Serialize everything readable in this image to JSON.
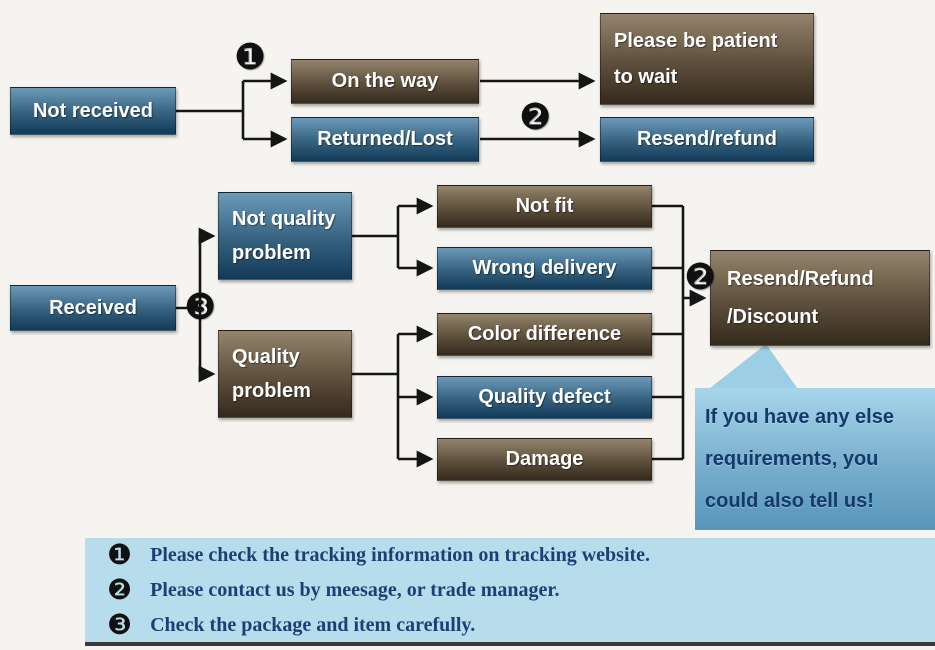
{
  "colors": {
    "background": "#f6f4f0",
    "blue_box_top": "#6b9ab8",
    "blue_box_bottom": "#123a57",
    "brown_box_top": "#94846c",
    "brown_box_bottom": "#342a1d",
    "note_top": "#a7d5ea",
    "note_bottom": "#5795ba",
    "note_text": "#123a6b",
    "legend_background": "#b7dcec",
    "legend_text": "#1c4076",
    "line": "#151515"
  },
  "flow": {
    "not_received": {
      "label": "Not received"
    },
    "on_the_way": {
      "label": "On the way"
    },
    "be_patient": {
      "lines": [
        "Please be patient",
        "to wait"
      ]
    },
    "returned_lost": {
      "label": "Returned/Lost"
    },
    "resend_refund": {
      "label": "Resend/refund"
    },
    "received": {
      "label": "Received"
    },
    "not_quality_problem": {
      "lines": [
        "Not quality",
        "problem"
      ]
    },
    "quality_problem": {
      "lines": [
        "Quality",
        "problem"
      ]
    },
    "not_fit": {
      "label": "Not fit"
    },
    "wrong_delivery": {
      "label": "Wrong delivery"
    },
    "color_difference": {
      "label": "Color difference"
    },
    "quality_defect": {
      "label": "Quality defect"
    },
    "damage": {
      "label": "Damage"
    },
    "resend_refund_discount": {
      "lines": [
        "Resend/Refund",
        "/Discount"
      ]
    },
    "note_bubble": {
      "lines": [
        "If you have any else",
        "requirements, you",
        "could also tell us!"
      ]
    }
  },
  "badges": {
    "one": "❶",
    "two": "❷",
    "three": "❸"
  },
  "legend": {
    "items": [
      {
        "num": "❶",
        "text": "Please check the tracking information on tracking website."
      },
      {
        "num": "❷",
        "text": "Please contact us by meesage, or trade manager."
      },
      {
        "num": "❸",
        "text": "Check the package and item carefully."
      }
    ]
  }
}
